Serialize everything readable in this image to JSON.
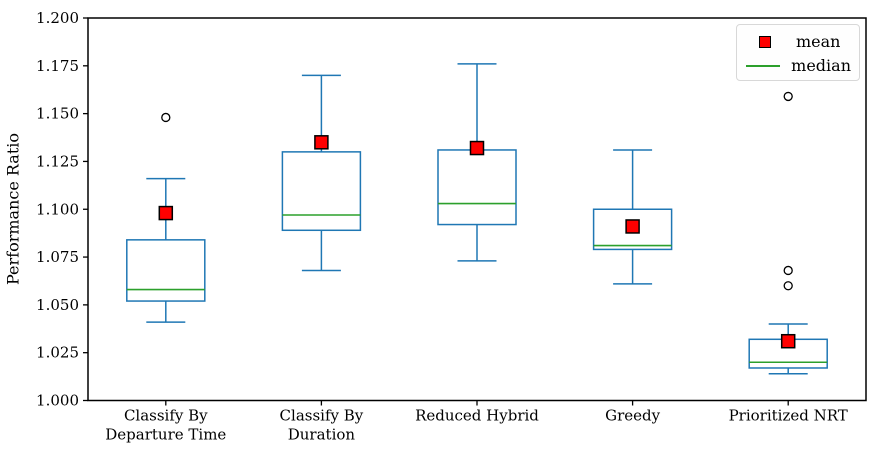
{
  "chart_data": {
    "type": "boxplot",
    "title": "",
    "xlabel": "",
    "ylabel": "Performance Ratio",
    "ylim": [
      1.0,
      1.2
    ],
    "ytick_step": 0.025,
    "y_tick_labels": [
      "1.000",
      "1.025",
      "1.050",
      "1.075",
      "1.100",
      "1.125",
      "1.150",
      "1.175",
      "1.200"
    ],
    "grid": false,
    "categories": [
      "Classify By Departure Time",
      "Classify By Duration",
      "Reduced Hybrid",
      "Greedy",
      "Prioritized NRT"
    ],
    "category_label_lines": [
      [
        "Classify By",
        "Departure Time"
      ],
      [
        "Classify By",
        "Duration"
      ],
      [
        "Reduced Hybrid"
      ],
      [
        "Greedy"
      ],
      [
        "Prioritized NRT"
      ]
    ],
    "boxes": [
      {
        "category": "Classify By Departure Time",
        "whisker_low": 1.041,
        "q1": 1.052,
        "median": 1.058,
        "q3": 1.084,
        "whisker_high": 1.116,
        "mean": 1.098,
        "outliers": [
          1.148
        ]
      },
      {
        "category": "Classify By Duration",
        "whisker_low": 1.068,
        "q1": 1.089,
        "median": 1.097,
        "q3": 1.13,
        "whisker_high": 1.17,
        "mean": 1.135,
        "outliers": []
      },
      {
        "category": "Reduced Hybrid",
        "whisker_low": 1.073,
        "q1": 1.092,
        "median": 1.103,
        "q3": 1.131,
        "whisker_high": 1.176,
        "mean": 1.132,
        "outliers": []
      },
      {
        "category": "Greedy",
        "whisker_low": 1.061,
        "q1": 1.079,
        "median": 1.081,
        "q3": 1.1,
        "whisker_high": 1.131,
        "mean": 1.091,
        "outliers": []
      },
      {
        "category": "Prioritized NRT",
        "whisker_low": 1.014,
        "q1": 1.017,
        "median": 1.02,
        "q3": 1.032,
        "whisker_high": 1.04,
        "mean": 1.031,
        "outliers": [
          1.159,
          1.068,
          1.06
        ]
      }
    ],
    "legend": {
      "position": "upper right",
      "items": [
        {
          "label": "mean",
          "marker": "square"
        },
        {
          "label": "median",
          "marker": "line"
        }
      ]
    },
    "colors": {
      "box_edge": "#1f77b4",
      "median_line": "#2ca02c",
      "mean_fill": "#ff0000",
      "mean_edge": "#000000",
      "outlier_edge": "#000000",
      "axis": "#000000",
      "legend_border": "#d8d8d8"
    }
  }
}
